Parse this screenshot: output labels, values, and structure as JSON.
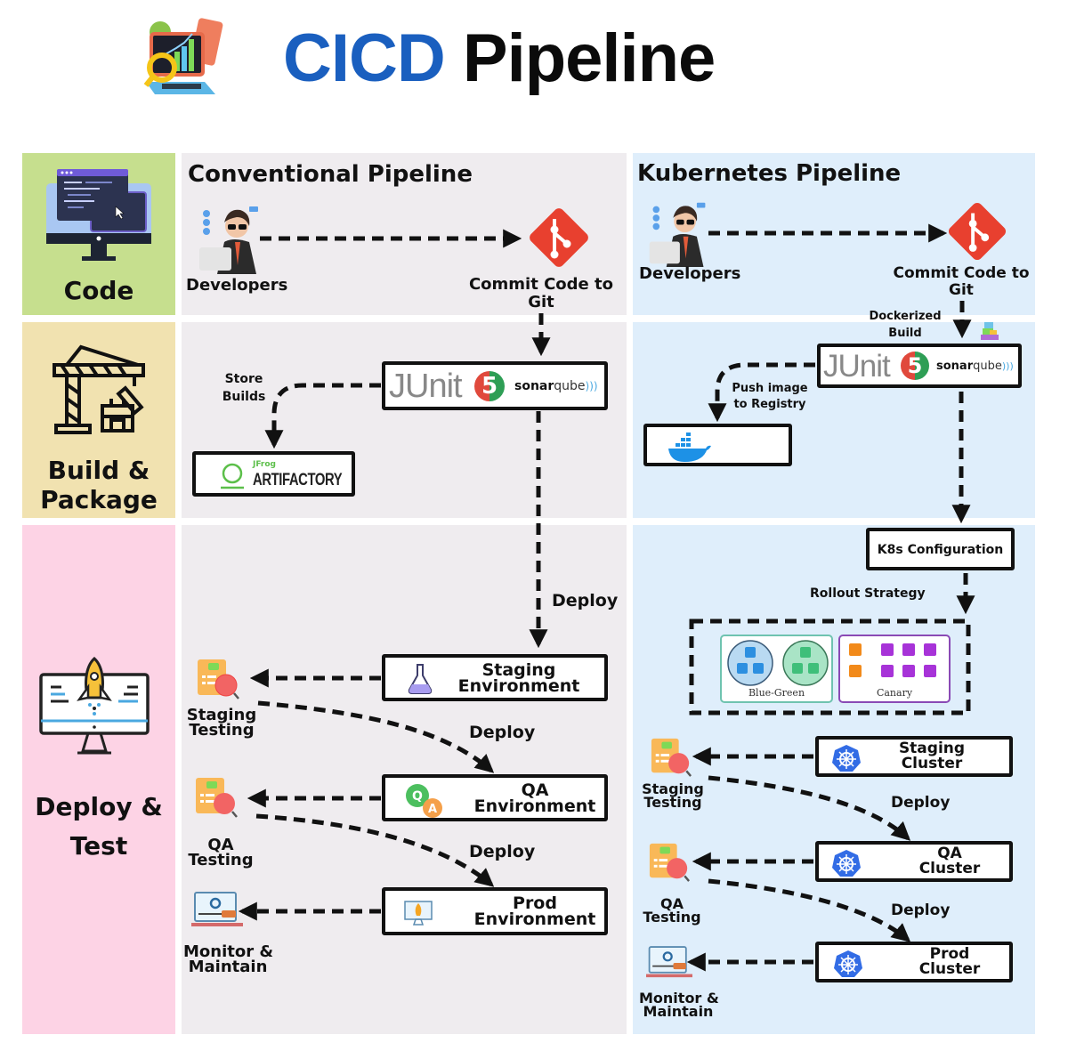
{
  "header": {
    "title_part1": "CICD",
    "title_part2": "Pipeline",
    "logo_icon": "laptop-analytics-icon"
  },
  "colors": {
    "title_blue": "#1a5fbf",
    "code_stage_bg": "#c6df8e",
    "build_stage_bg": "#f1e2b0",
    "deploy_stage_bg": "#fdd3e5",
    "conventional_bg": "#efecef",
    "kubernetes_bg": "#dfeefb",
    "git_red": "#e8402f",
    "k8s_blue": "#326ce5"
  },
  "stages": [
    {
      "label_line1": "Code",
      "label_line2": "",
      "icon": "code-monitor-icon"
    },
    {
      "label_line1": "Build &",
      "label_line2": "Package",
      "icon": "crane-icon"
    },
    {
      "label_line1": "Deploy &",
      "label_line2": "Test",
      "icon": "rocket-monitor-icon"
    }
  ],
  "conventional": {
    "title": "Conventional Pipeline",
    "developers": "Developers",
    "commit_line1": "Commit Code to",
    "commit_line2": "Git",
    "store_line1": "Store",
    "store_line2": "Builds",
    "junit": "JUnit",
    "junit_version": "5",
    "sonar_bold": "sonar",
    "sonar_light": "qube",
    "jfrog": "JFrog",
    "artifactory": "ARTIFACTORY",
    "deploy": "Deploy",
    "staging_env_line1": "Staging",
    "staging_env_line2": "Environment",
    "staging_testing_line1": "Staging",
    "staging_testing_line2": "Testing",
    "qa_env_line1": "QA",
    "qa_env_line2": "Environment",
    "qa_testing_line1": "QA",
    "qa_testing_line2": "Testing",
    "prod_env_line1": "Prod",
    "prod_env_line2": "Environment",
    "monitor_line1": "Monitor &",
    "monitor_line2": "Maintain"
  },
  "kubernetes": {
    "title": "Kubernetes Pipeline",
    "developers": "Developers",
    "commit_line1": "Commit Code to",
    "commit_line2": "Git",
    "dockerized_line1": "Dockerized",
    "dockerized_line2": "Build",
    "push_line1": "Push image",
    "push_line2": "to Registry",
    "junit": "JUnit",
    "junit_version": "5",
    "sonar_bold": "sonar",
    "sonar_light": "qube",
    "k8s_config": "K8s Configuration",
    "rollout": "Rollout Strategy",
    "blue_green": "Blue-Green",
    "canary": "Canary",
    "deploy": "Deploy",
    "staging_cluster_line1": "Staging",
    "staging_cluster_line2": "Cluster",
    "staging_testing_line1": "Staging",
    "staging_testing_line2": "Testing",
    "qa_cluster_line1": "QA",
    "qa_cluster_line2": "Cluster",
    "qa_testing_line1": "QA",
    "qa_testing_line2": "Testing",
    "prod_cluster_line1": "Prod",
    "prod_cluster_line2": "Cluster",
    "monitor_line1": "Monitor &",
    "monitor_line2": "Maintain"
  }
}
